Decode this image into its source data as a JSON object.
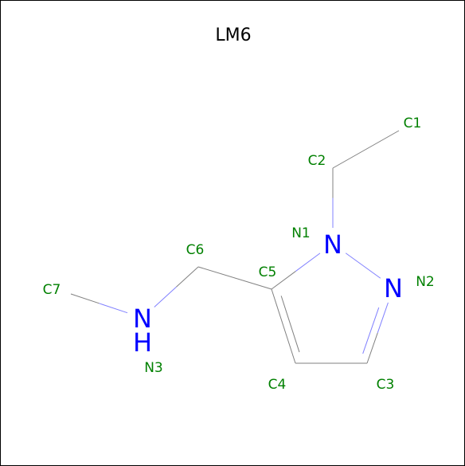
{
  "title": "LM6",
  "colors": {
    "background": "#ffffff",
    "border": "#000000",
    "bond": "#808080",
    "bond_to_nitrogen": "#8080ff",
    "atom_label": "#008000",
    "nitrogen": "#0000ff"
  },
  "atoms": [
    {
      "id": "C1",
      "label": "C1"
    },
    {
      "id": "C2",
      "label": "C2"
    },
    {
      "id": "N1",
      "label": "N1",
      "element": "N"
    },
    {
      "id": "N2",
      "label": "N2",
      "element": "N"
    },
    {
      "id": "C3",
      "label": "C3"
    },
    {
      "id": "C4",
      "label": "C4"
    },
    {
      "id": "C5",
      "label": "C5"
    },
    {
      "id": "C6",
      "label": "C6"
    },
    {
      "id": "N3",
      "label": "N3",
      "element": "N",
      "hydrogen": "H"
    },
    {
      "id": "C7",
      "label": "C7"
    }
  ],
  "bonds": [
    {
      "from": "C1",
      "to": "C2",
      "order": 1
    },
    {
      "from": "C2",
      "to": "N1",
      "order": 1
    },
    {
      "from": "N1",
      "to": "N2",
      "order": 1
    },
    {
      "from": "N2",
      "to": "C3",
      "order": 2
    },
    {
      "from": "C3",
      "to": "C4",
      "order": 1
    },
    {
      "from": "C4",
      "to": "C5",
      "order": 2
    },
    {
      "from": "C5",
      "to": "N1",
      "order": 1
    },
    {
      "from": "C5",
      "to": "C6",
      "order": 1
    },
    {
      "from": "C6",
      "to": "N3",
      "order": 1
    },
    {
      "from": "N3",
      "to": "C7",
      "order": 1
    }
  ]
}
